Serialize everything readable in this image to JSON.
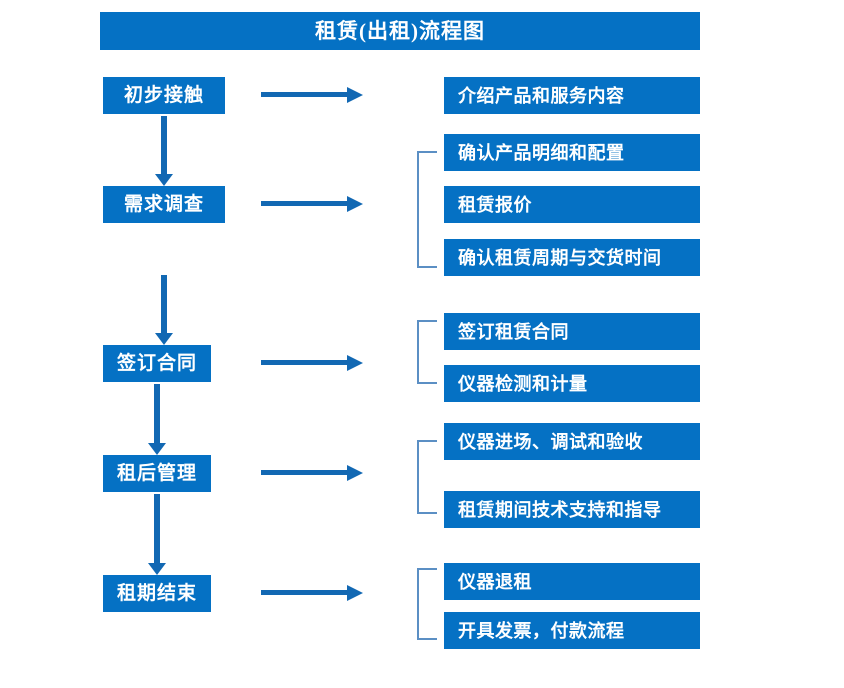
{
  "diagram": {
    "title": "租赁(出租)流程图",
    "colors": {
      "box_fill": "#0571c4",
      "box_text": "#ffffff",
      "arrow": "#1268b3",
      "bracket": "#5b8fc4",
      "background": "#ffffff"
    },
    "stages": [
      {
        "label": "初步接触"
      },
      {
        "label": "需求调查"
      },
      {
        "label": "签订合同"
      },
      {
        "label": "租后管理"
      },
      {
        "label": "租期结束"
      }
    ],
    "groups": [
      {
        "stage": "初步接触",
        "bracketed": false,
        "details": [
          "介绍产品和服务内容"
        ]
      },
      {
        "stage": "需求调查",
        "bracketed": true,
        "details": [
          "确认产品明细和配置",
          "租赁报价",
          "确认租赁周期与交货时间"
        ]
      },
      {
        "stage": "签订合同",
        "bracketed": true,
        "details": [
          "签订租赁合同",
          "仪器检测和计量"
        ]
      },
      {
        "stage": "租后管理",
        "bracketed": true,
        "details": [
          "仪器进场、调试和验收",
          "租赁期间技术支持和指导"
        ]
      },
      {
        "stage": "租期结束",
        "bracketed": true,
        "details": [
          "仪器退租",
          "开具发票，付款流程"
        ]
      }
    ]
  }
}
